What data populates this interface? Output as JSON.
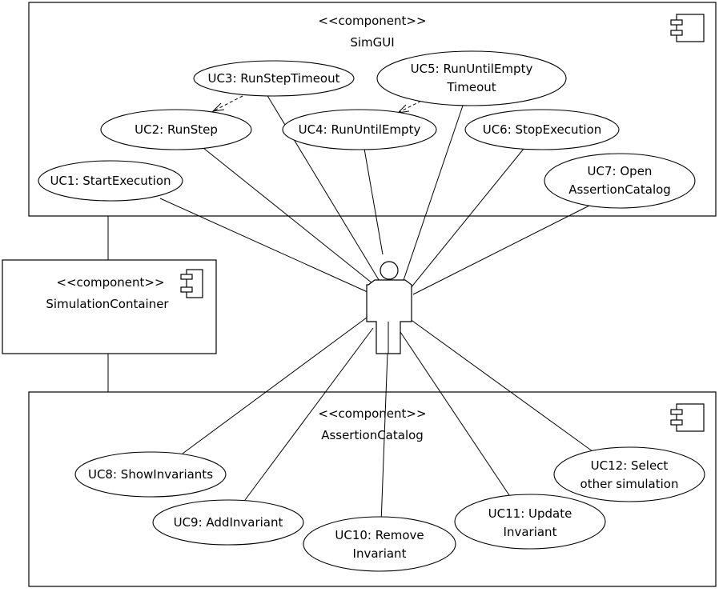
{
  "components": {
    "simgui": {
      "stereotype": "<<component>>",
      "name": "SimGUI"
    },
    "container": {
      "stereotype": "<<component>>",
      "name": "SimulationContainer"
    },
    "assertion": {
      "stereotype": "<<component>>",
      "name": "AssertionCatalog"
    }
  },
  "use_cases": {
    "uc1": [
      "UC1: StartExecution"
    ],
    "uc2": [
      "UC2: RunStep"
    ],
    "uc3": [
      "UC3: RunStepTimeout"
    ],
    "uc4": [
      "UC4: RunUntilEmpty"
    ],
    "uc5": [
      "UC5: RunUntilEmpty",
      "Timeout"
    ],
    "uc6": [
      "UC6: StopExecution"
    ],
    "uc7": [
      "UC7: Open",
      "AssertionCatalog"
    ],
    "uc8": [
      "UC8: ShowInvariants"
    ],
    "uc9": [
      "UC9: AddInvariant"
    ],
    "uc10": [
      "UC10: Remove",
      "Invariant"
    ],
    "uc11": [
      "UC11: Update",
      "Invariant"
    ],
    "uc12": [
      "UC12: Select",
      "other simulation"
    ]
  }
}
